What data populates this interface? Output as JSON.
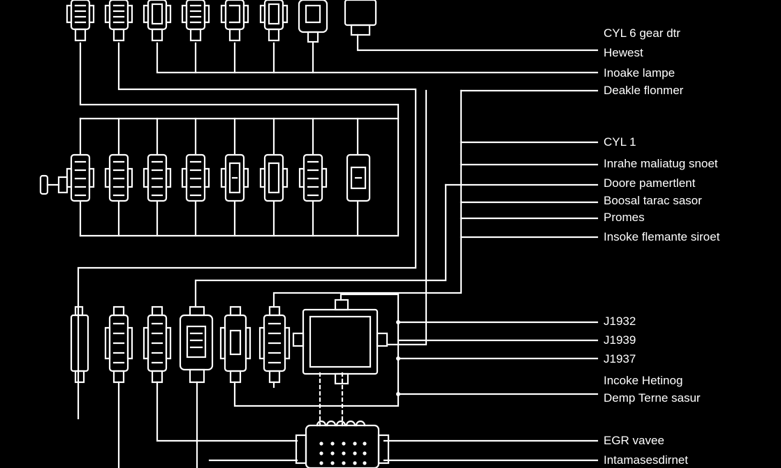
{
  "labels": {
    "cyl6": "CYL 6 gear dtr",
    "hwest": "Hewest",
    "intake_lampe": "Inoake lampe",
    "deakle": "Deakle flonmer",
    "cyl1": "CYL 1",
    "intake_manifold": "Inrahe maliatug snoet",
    "doore": "Doore pamertlent",
    "boost": "Boosal tarac sasor",
    "promes": "Promes",
    "intake_temp": "Insoke flemante siroet",
    "j1932": "J1932",
    "j1939": "J1939",
    "j1937": "J1937",
    "intake_heating": "Incoke Hetinog",
    "demp": "Demp Terne sasur",
    "egr": "EGR vavee",
    "intamases": "Intamasesdirnet"
  },
  "colors": {
    "background": "#000000",
    "line": "#ffffff"
  }
}
